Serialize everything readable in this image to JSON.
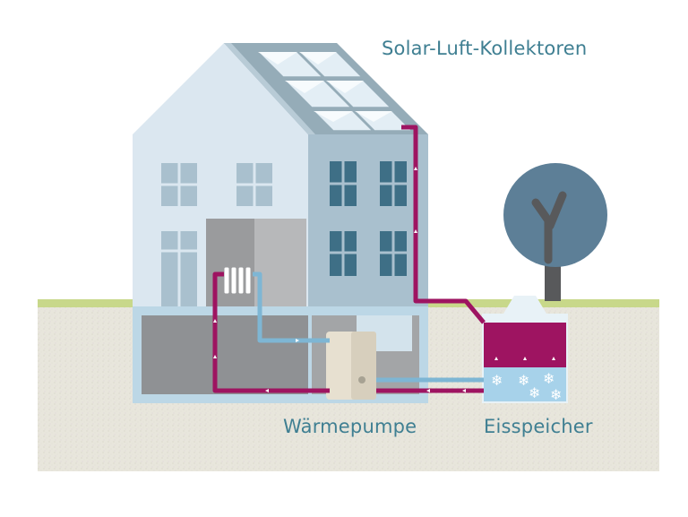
{
  "labels": {
    "solar_collectors": "Solar-Luft-Kollektoren",
    "heat_pump": "Wärmepumpe",
    "ice_storage": "Eisspeicher"
  },
  "colors": {
    "label_text": "#3f7f92",
    "warm_pipe": "#9e1461",
    "cold_pipe": "#7eb6d4",
    "ice_water": "#a7d2ea",
    "ground": "#e6e4da",
    "grass": "#c8d88a",
    "house_front": "#dbe7f0",
    "house_side": "#a9c0ce",
    "roof": "#95acb8",
    "tree_crown": "#5d7f97",
    "tree_trunk": "#58595b"
  },
  "icons": {
    "snowflake": "❄"
  }
}
